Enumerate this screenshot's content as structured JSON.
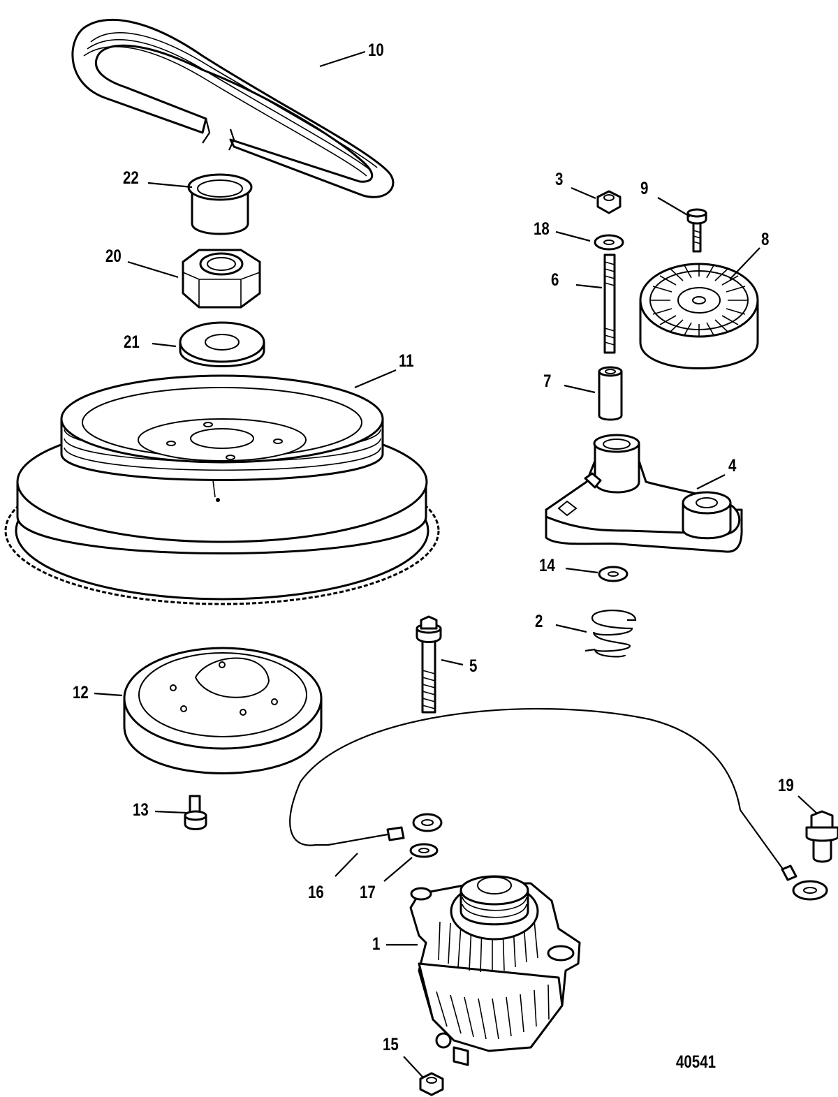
{
  "figure_id": "40541",
  "callouts": [
    {
      "id": "c10",
      "text": "10"
    },
    {
      "id": "c22",
      "text": "22"
    },
    {
      "id": "c3",
      "text": "3"
    },
    {
      "id": "c9",
      "text": "9"
    },
    {
      "id": "c18",
      "text": "18"
    },
    {
      "id": "c8",
      "text": "8"
    },
    {
      "id": "c20",
      "text": "20"
    },
    {
      "id": "c6",
      "text": "6"
    },
    {
      "id": "c21",
      "text": "21"
    },
    {
      "id": "c11",
      "text": "11"
    },
    {
      "id": "c7",
      "text": "7"
    },
    {
      "id": "c4",
      "text": "4"
    },
    {
      "id": "c14",
      "text": "14"
    },
    {
      "id": "c2",
      "text": "2"
    },
    {
      "id": "c5",
      "text": "5"
    },
    {
      "id": "c12",
      "text": "12"
    },
    {
      "id": "c19",
      "text": "19"
    },
    {
      "id": "c13",
      "text": "13"
    },
    {
      "id": "c16",
      "text": "16"
    },
    {
      "id": "c17",
      "text": "17"
    },
    {
      "id": "c1",
      "text": "1"
    },
    {
      "id": "c15",
      "text": "15"
    }
  ]
}
